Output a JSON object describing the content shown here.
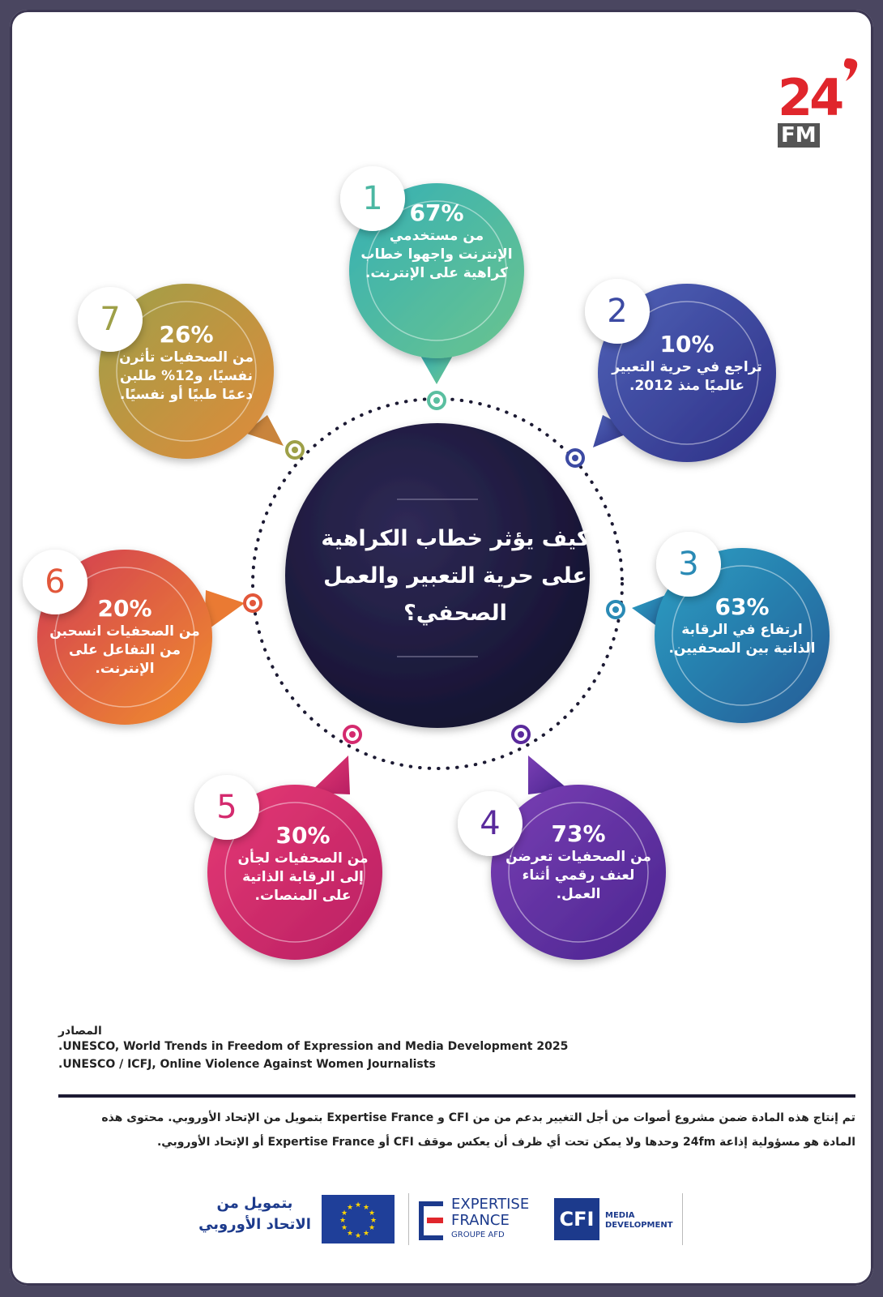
{
  "brand": {
    "logo_number": "24",
    "logo_fm": "FM"
  },
  "center": {
    "line1": "كيف يؤثر خطاب الكراهية",
    "line2": "على حرية التعبير والعمل",
    "line3": "الصحفي؟"
  },
  "bubbles": [
    {
      "number": "1",
      "percent": "67%",
      "lines": [
        "من مستخدمي",
        "الإنترنت واجهوا خطاب",
        "كراهية على الإنترنت."
      ],
      "color": "#4bb7a2"
    },
    {
      "number": "2",
      "percent": "10%",
      "lines": [
        "تراجع في حرية التعبير",
        "عالميًا منذ 2012."
      ],
      "color": "#3c4aa3"
    },
    {
      "number": "3",
      "percent": "63%",
      "lines": [
        "ارتفاع في الرقابة",
        "الذاتية بين الصحفيين."
      ],
      "color": "#2a8ab5"
    },
    {
      "number": "4",
      "percent": "73%",
      "lines": [
        "من الصحفيات تعرضن",
        "لعنف رقمي أثناء",
        "العمل."
      ],
      "color": "#5a2a9c"
    },
    {
      "number": "5",
      "percent": "30%",
      "lines": [
        "من الصحفيات لجأن",
        "إلى الرقابة الذاتية",
        "على المنصات."
      ],
      "color": "#d42a6e"
    },
    {
      "number": "6",
      "percent": "20%",
      "lines": [
        "من الصحفيات انسحبن",
        "من التفاعل على",
        "الإنترنت."
      ],
      "color": "#e2573a"
    },
    {
      "number": "7",
      "percent": "26%",
      "lines": [
        "من الصحفيات تأثرن",
        "نفسيًا، و12% طلبن",
        "دعمًا طبيًا أو نفسيًا."
      ],
      "color": "#c69a3c"
    }
  ],
  "sources": {
    "title": "المصادر",
    "items": [
      ".UNESCO, World Trends in Freedom of Expression and Media Development 2025",
      ".UNESCO / ICFJ, Online Violence Against Women Journalists"
    ]
  },
  "disclaimer": {
    "line1": "تم إنتاج هذه المادة ضمن مشروع أصوات من أجل التغيير بدعم من من CFI و Expertise France بتمويل من الإتحاد الأوروبي. محتوى هذه",
    "line2": "المادة هو مسؤولية إذاعة 24fm وحدها ولا يمكن تحت أي ظرف أن يعكس موقف CFI أو Expertise France أو الإتحاد الأوروبي."
  },
  "footer": {
    "eu_line1": "بتمويل من",
    "eu_line2": "الاتحاد الأوروبي",
    "ef_line1": "EXPERTISE",
    "ef_line2": "FRANCE",
    "ef_sub": "GROUPE AFD",
    "cfi": "CFI",
    "cfi_line1": "MEDIA",
    "cfi_line2": "DEVELOPMENT"
  }
}
